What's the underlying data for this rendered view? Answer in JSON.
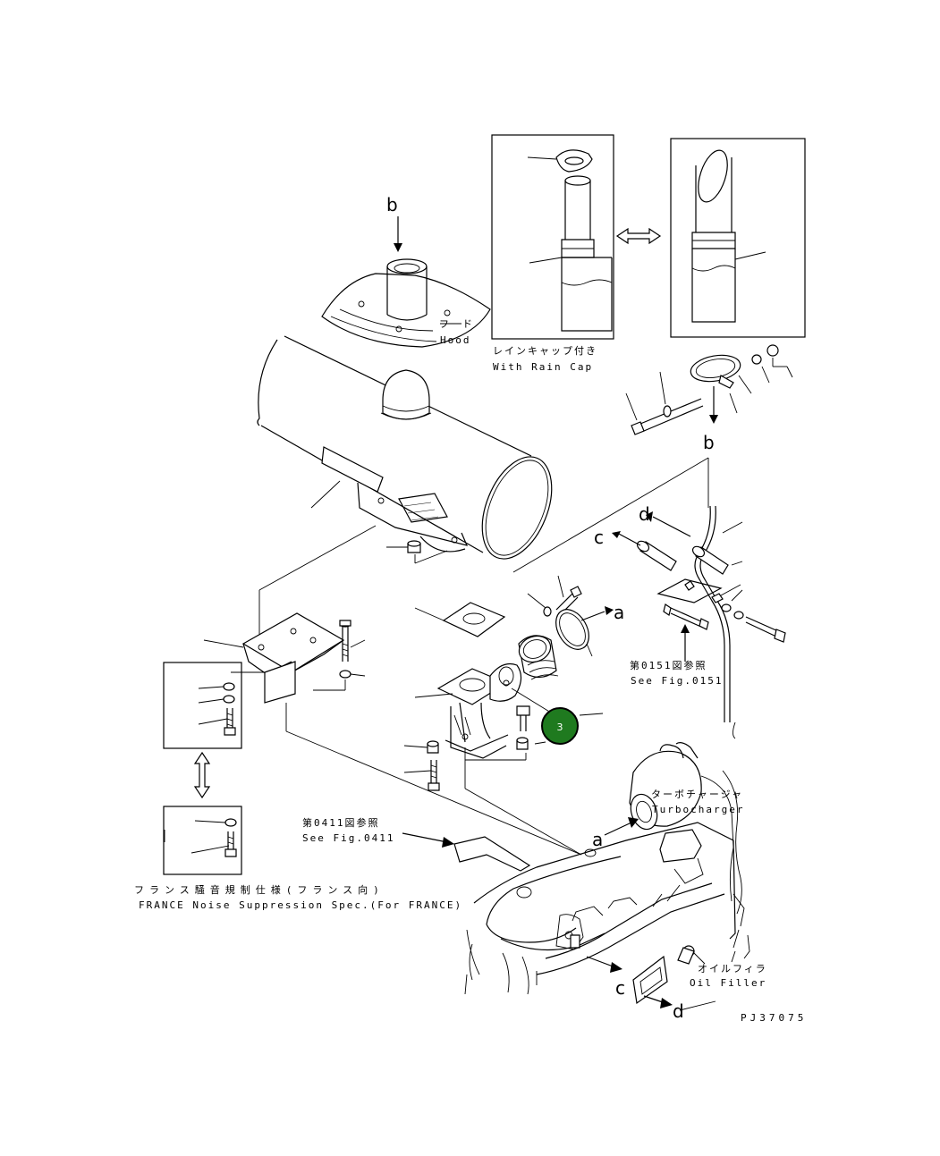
{
  "labels": {
    "b_top": "b",
    "b_right": "b",
    "c_upper": "c",
    "d_upper": "d",
    "a_upper": "a",
    "a_lower": "a",
    "c_lower": "c",
    "d_lower": "d",
    "hood_jp": "フード",
    "hood_en": "Hood",
    "rain_cap_jp": "レインキャップ付き",
    "rain_cap_en": "With Rain Cap",
    "see_fig_0151_jp": "第0151図参照",
    "see_fig_0151_en": "See Fig.0151",
    "turbo_jp": "ターボチャージャ",
    "turbo_en": "Turbocharger",
    "see_fig_0411_jp": "第0411図参照",
    "see_fig_0411_en": "See Fig.0411",
    "france_jp": "フランス騒音規制仕様(フランス向)",
    "france_en": "FRANCE Noise Suppression Spec.(For FRANCE)",
    "oil_filler_jp": "オイルフィラ",
    "oil_filler_en": "Oil Filler",
    "drawing_no": "PJ37075"
  },
  "callout": {
    "number": "3",
    "color": "#1f7a1f",
    "border": "#000000"
  },
  "colors": {
    "line": "#000000",
    "background": "#ffffff"
  }
}
